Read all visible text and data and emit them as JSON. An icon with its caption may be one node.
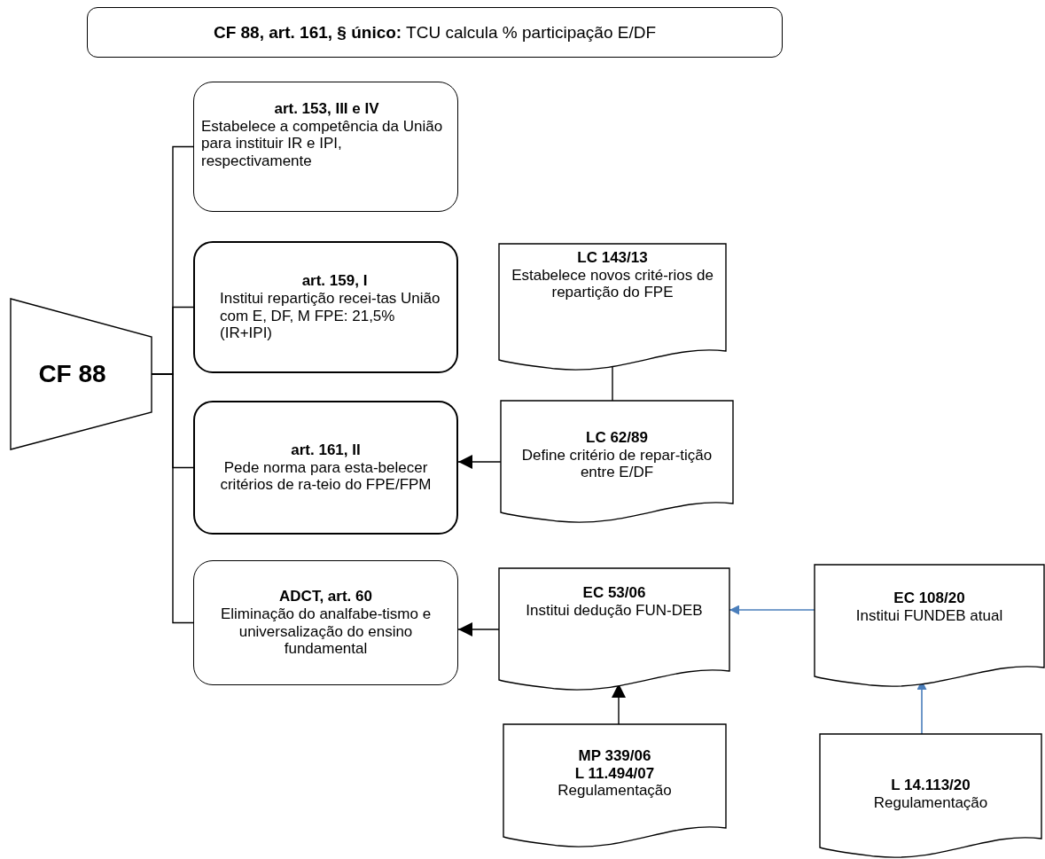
{
  "diagram": {
    "nodes": [
      {
        "text": [
          "**CF 88, art. 161, § único:** TCU calcula % participação E/DF"
        ]
      },
      {
        "text": [
          "CF 88"
        ]
      },
      {
        "text": [
          "art. 153, III e IV",
          "Estabelece a competência da União para instituir IR e IPI, respectivamente"
        ]
      },
      {
        "text": [
          "art. 159, I",
          "Institui repartição recei-tas União com E, DF, M FPE: 21,5% (IR+IPI)"
        ]
      },
      {
        "text": [
          "art. 161, II",
          "Pede norma para esta-belecer critérios de ra-teio do FPE/FPM"
        ]
      },
      {
        "text": [
          "ADCT, art. 60",
          "Eliminação do analfabe-tismo e universalização do ensino fundamental"
        ]
      },
      {
        "text": [
          "LC 143/13",
          "Estabelece novos crité-rios de repartição do FPE"
        ]
      },
      {
        "text": [
          "LC 62/89",
          "Define critério de repar-tição entre E/DF"
        ]
      },
      {
        "text": [
          "EC 53/06",
          "Institui dedução FUN-DEB"
        ]
      },
      {
        "text": [
          "MP 339/06",
          "L 11.494/07",
          "Regulamentação"
        ]
      },
      {
        "text": [
          "EC 108/20",
          "Institui FUNDEB atual"
        ]
      },
      {
        "text": [
          "L 14.113/20",
          "Regulamentação"
        ]
      }
    ],
    "edges": [
      {
        "from": 1,
        "to": 2,
        "arrow": "none"
      },
      {
        "from": 1,
        "to": 3,
        "arrow": "none"
      },
      {
        "from": 1,
        "to": 4,
        "arrow": "none"
      },
      {
        "from": 1,
        "to": 5,
        "arrow": "none"
      },
      {
        "from": 6,
        "to": 7,
        "arrow": "none"
      },
      {
        "from": 7,
        "to": 4,
        "arrow": "to"
      },
      {
        "from": 8,
        "to": 5,
        "arrow": "to"
      },
      {
        "from": 9,
        "to": 8,
        "arrow": "to"
      },
      {
        "from": 10,
        "to": 8,
        "arrow": "to",
        "color": "#4a7ebb"
      },
      {
        "from": 11,
        "to": 10,
        "arrow": "to",
        "color": "#4a7ebb"
      }
    ]
  }
}
